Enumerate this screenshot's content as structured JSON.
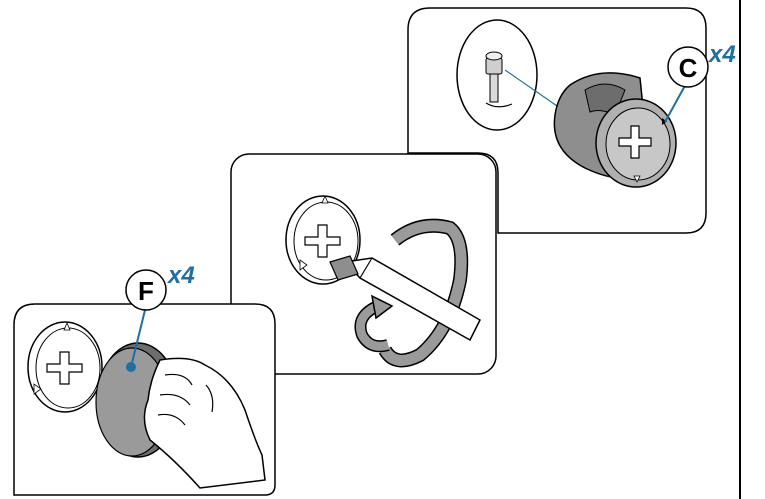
{
  "colors": {
    "accent": "#1f6fa0",
    "part_gray": "#9a9a9a",
    "part_dark": "#6d6d6d",
    "outline": "#000000"
  },
  "parts": [
    {
      "letter": "C",
      "quantity": "x4"
    },
    {
      "letter": "F",
      "quantity": "x4"
    }
  ],
  "icons": [
    "cam-lock-icon",
    "cam-bolt-icon",
    "screwdriver-icon",
    "rotate-arrow-icon",
    "cover-cap-icon",
    "hand-icon"
  ]
}
